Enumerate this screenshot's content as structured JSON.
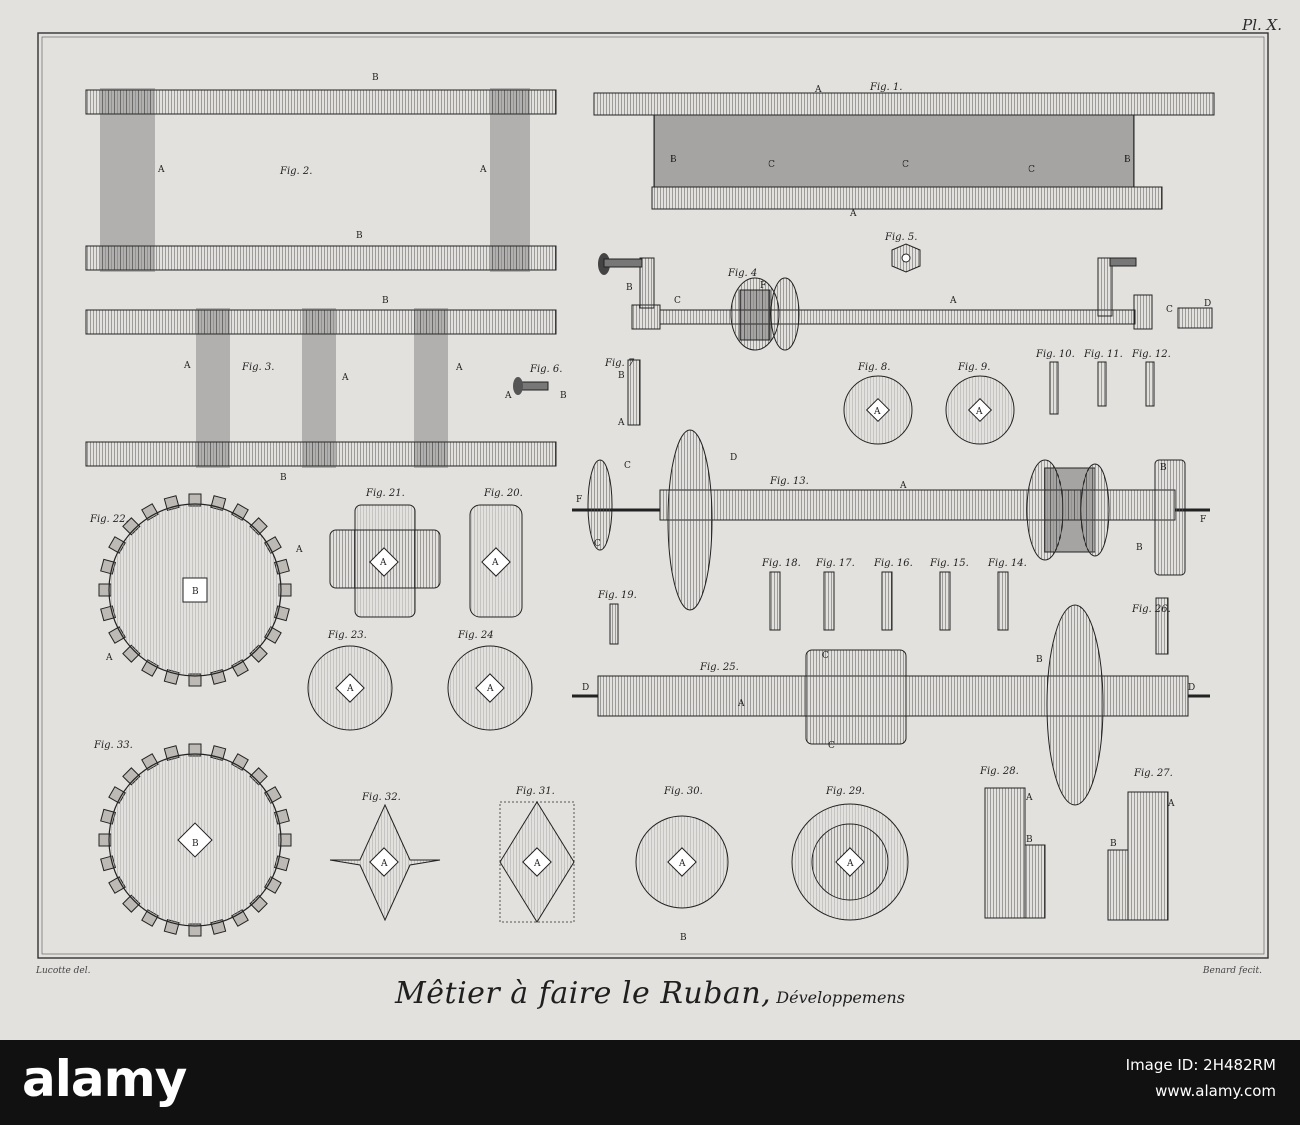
{
  "plate_number": "Pl. X.",
  "title": "Mêtier à faire le Ruban,",
  "subtitle": "Développemens",
  "credit_left": "Lucotte del.",
  "credit_right": "Benard fecit.",
  "figures": {
    "fig1": "Fig. 1.",
    "fig2": "Fig. 2.",
    "fig3": "Fig. 3.",
    "fig4": "Fig. 4",
    "fig5": "Fig. 5.",
    "fig6": "Fig. 6.",
    "fig7": "Fig. 7",
    "fig8": "Fig. 8.",
    "fig9": "Fig. 9.",
    "fig10": "Fig. 10.",
    "fig11": "Fig. 11.",
    "fig12": "Fig. 12.",
    "fig13": "Fig. 13.",
    "fig14": "Fig. 14.",
    "fig15": "Fig. 15.",
    "fig16": "Fig. 16.",
    "fig17": "Fig. 17.",
    "fig18": "Fig. 18.",
    "fig19": "Fig. 19.",
    "fig20": "Fig. 20.",
    "fig21": "Fig. 21.",
    "fig22": "Fig. 22.",
    "fig23": "Fig. 23.",
    "fig24": "Fig. 24",
    "fig25": "Fig. 25.",
    "fig26": "Fig. 26.",
    "fig27": "Fig. 27.",
    "fig28": "Fig. 28.",
    "fig29": "Fig. 29.",
    "fig30": "Fig. 30.",
    "fig31": "Fig. 31.",
    "fig32": "Fig. 32.",
    "fig33": "Fig. 33."
  },
  "letters": {
    "a": "A",
    "b": "B",
    "c": "C",
    "d": "D",
    "f": "F"
  },
  "watermark": {
    "brand": "alamy",
    "image_id_line": "Image ID: 2H482RM",
    "url": "www.alamy.com"
  },
  "colors": {
    "paper": "#e3e1de",
    "ink": "#2a2a2a",
    "strip": "#111111"
  }
}
